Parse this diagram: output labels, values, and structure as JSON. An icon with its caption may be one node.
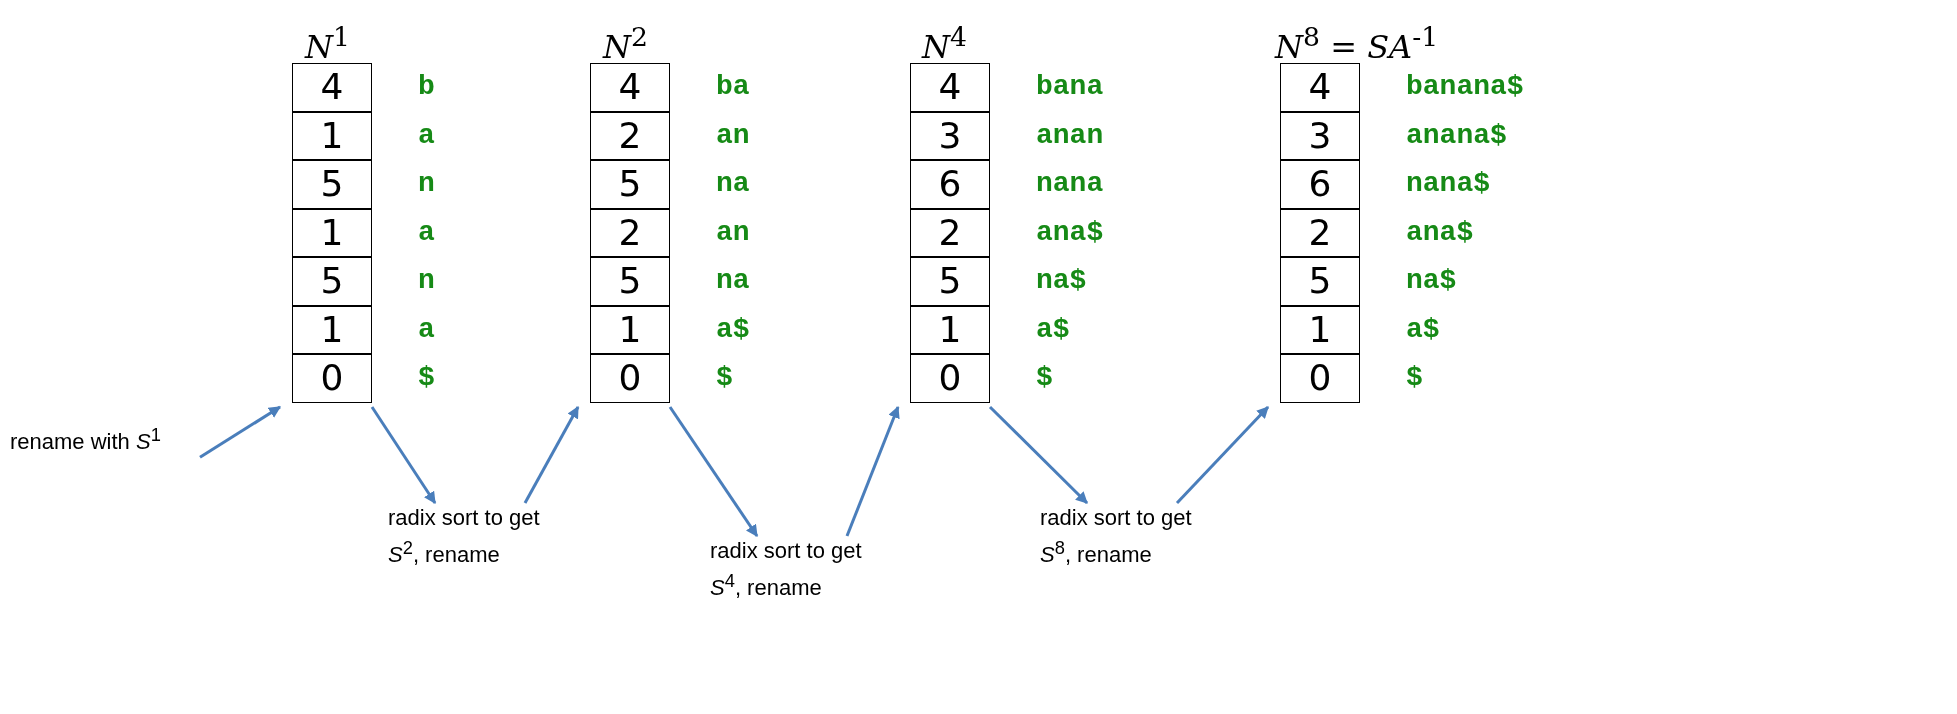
{
  "diagram": {
    "nodes": [
      {
        "text": [
          "*N*$^{1}$"
        ]
      },
      {
        "text": [
          "4"
        ],
        "beside": [
          "b"
        ],
        "in": 0
      },
      {
        "text": [
          "1"
        ],
        "beside": [
          "a"
        ],
        "in": 0
      },
      {
        "text": [
          "5"
        ],
        "beside": [
          "n"
        ],
        "in": 0
      },
      {
        "text": [
          "1"
        ],
        "beside": [
          "a"
        ],
        "in": 0
      },
      {
        "text": [
          "5"
        ],
        "beside": [
          "n"
        ],
        "in": 0
      },
      {
        "text": [
          "1"
        ],
        "beside": [
          "a"
        ],
        "in": 0
      },
      {
        "text": [
          "0"
        ],
        "beside": [
          "$"
        ],
        "in": 0
      },
      {
        "text": [
          "*N*$^{2}$"
        ]
      },
      {
        "text": [
          "4"
        ],
        "beside": [
          "ba"
        ],
        "in": 8
      },
      {
        "text": [
          "2"
        ],
        "beside": [
          "an"
        ],
        "in": 8
      },
      {
        "text": [
          "5"
        ],
        "beside": [
          "na"
        ],
        "in": 8
      },
      {
        "text": [
          "2"
        ],
        "beside": [
          "an"
        ],
        "in": 8
      },
      {
        "text": [
          "5"
        ],
        "beside": [
          "na"
        ],
        "in": 8
      },
      {
        "text": [
          "1"
        ],
        "beside": [
          "a$"
        ],
        "in": 8
      },
      {
        "text": [
          "0"
        ],
        "beside": [
          "$"
        ],
        "in": 8
      },
      {
        "text": [
          "*N*$^{4}$"
        ]
      },
      {
        "text": [
          "4"
        ],
        "beside": [
          "bana"
        ],
        "in": 16
      },
      {
        "text": [
          "3"
        ],
        "beside": [
          "anan"
        ],
        "in": 16
      },
      {
        "text": [
          "6"
        ],
        "beside": [
          "nana"
        ],
        "in": 16
      },
      {
        "text": [
          "2"
        ],
        "beside": [
          "ana$"
        ],
        "in": 16
      },
      {
        "text": [
          "5"
        ],
        "beside": [
          "na$"
        ],
        "in": 16
      },
      {
        "text": [
          "1"
        ],
        "beside": [
          "a$"
        ],
        "in": 16
      },
      {
        "text": [
          "0"
        ],
        "beside": [
          "$"
        ],
        "in": 16
      },
      {
        "text": [
          "*N*$^{8}$ = *SA*$^{-1}$"
        ]
      },
      {
        "text": [
          "4"
        ],
        "beside": [
          "banana$"
        ],
        "in": 24
      },
      {
        "text": [
          "3"
        ],
        "beside": [
          "anana$"
        ],
        "in": 24
      },
      {
        "text": [
          "6"
        ],
        "beside": [
          "nana$"
        ],
        "in": 24
      },
      {
        "text": [
          "2"
        ],
        "beside": [
          "ana$"
        ],
        "in": 24
      },
      {
        "text": [
          "5"
        ],
        "beside": [
          "na$"
        ],
        "in": 24
      },
      {
        "text": [
          "1"
        ],
        "beside": [
          "a$"
        ],
        "in": 24
      },
      {
        "text": [
          "0"
        ],
        "beside": [
          "$"
        ],
        "in": 24
      },
      {
        "text": [
          "rename with *S*$^{1}$"
        ]
      },
      {
        "text": [
          "radix sort to get *S*$^{2}$, rename"
        ]
      },
      {
        "text": [
          "radix sort to get *S*$^{4}$, rename"
        ]
      },
      {
        "text": [
          "radix sort to get *S*$^{8}$, rename"
        ]
      }
    ],
    "edges": [
      {
        "from": 32,
        "to": 0,
        "arrow": "to"
      },
      {
        "from": 0,
        "to": 33,
        "arrow": "to"
      },
      {
        "from": 33,
        "to": 8,
        "arrow": "to"
      },
      {
        "from": 8,
        "to": 34,
        "arrow": "to"
      },
      {
        "from": 34,
        "to": 16,
        "arrow": "to"
      },
      {
        "from": 16,
        "to": 35,
        "arrow": "to"
      },
      {
        "from": 35,
        "to": 24,
        "arrow": "to"
      }
    ]
  }
}
